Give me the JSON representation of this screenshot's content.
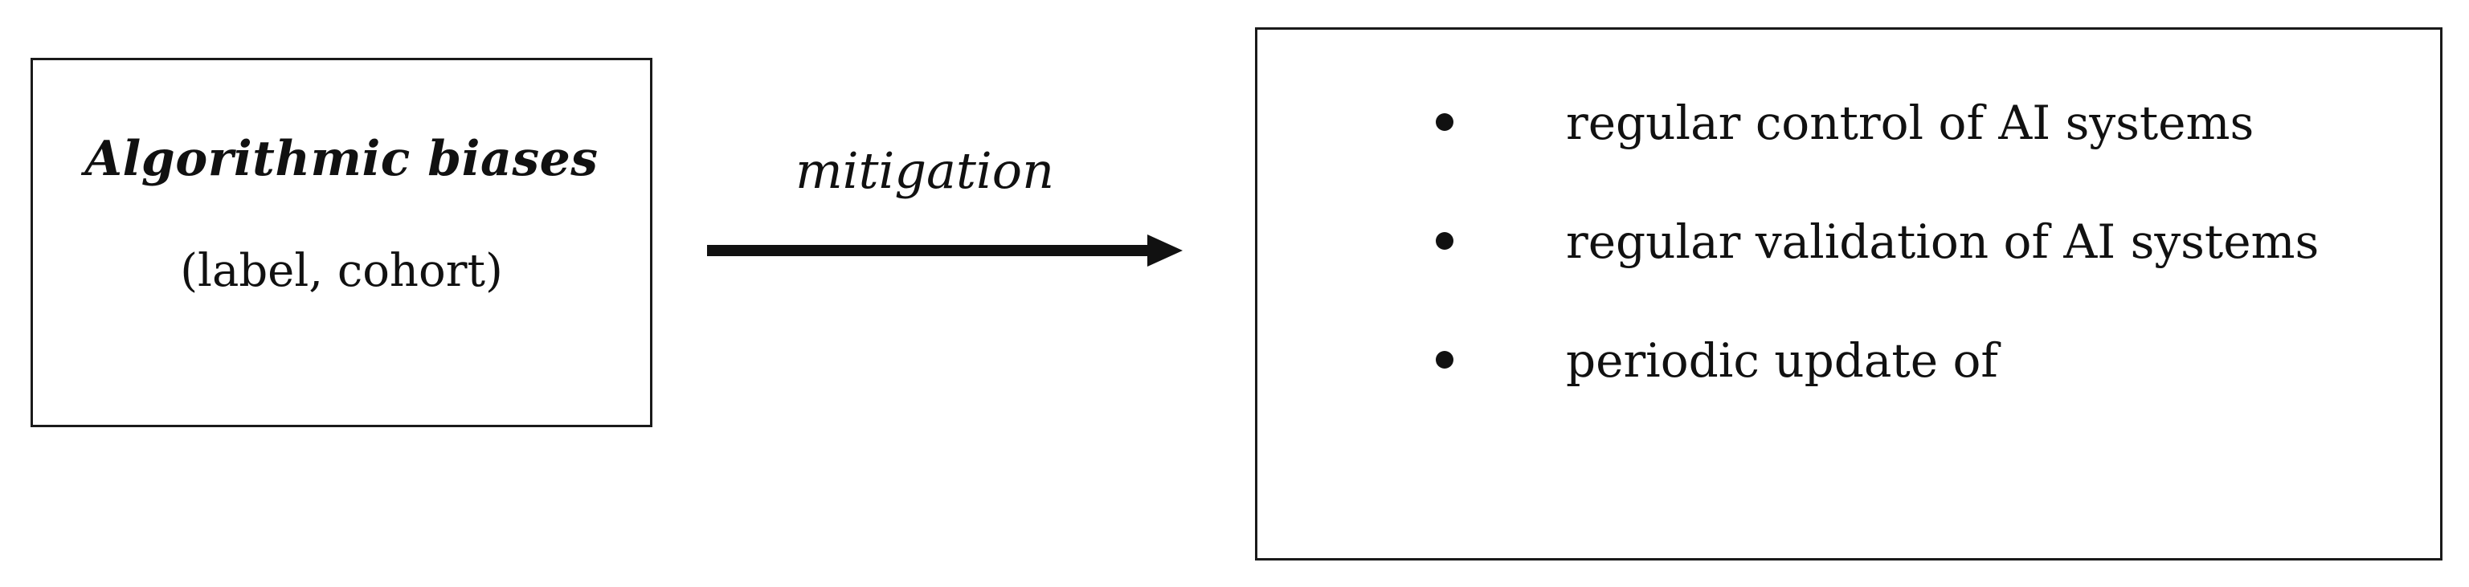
{
  "left_box": {
    "title": "Algorithmic biases",
    "subtitle": "(label, cohort)"
  },
  "arrow": {
    "label": "mitigation"
  },
  "right_box": {
    "items": [
      "regular control of AI systems",
      "regular validation of AI systems",
      "periodic update of"
    ]
  }
}
